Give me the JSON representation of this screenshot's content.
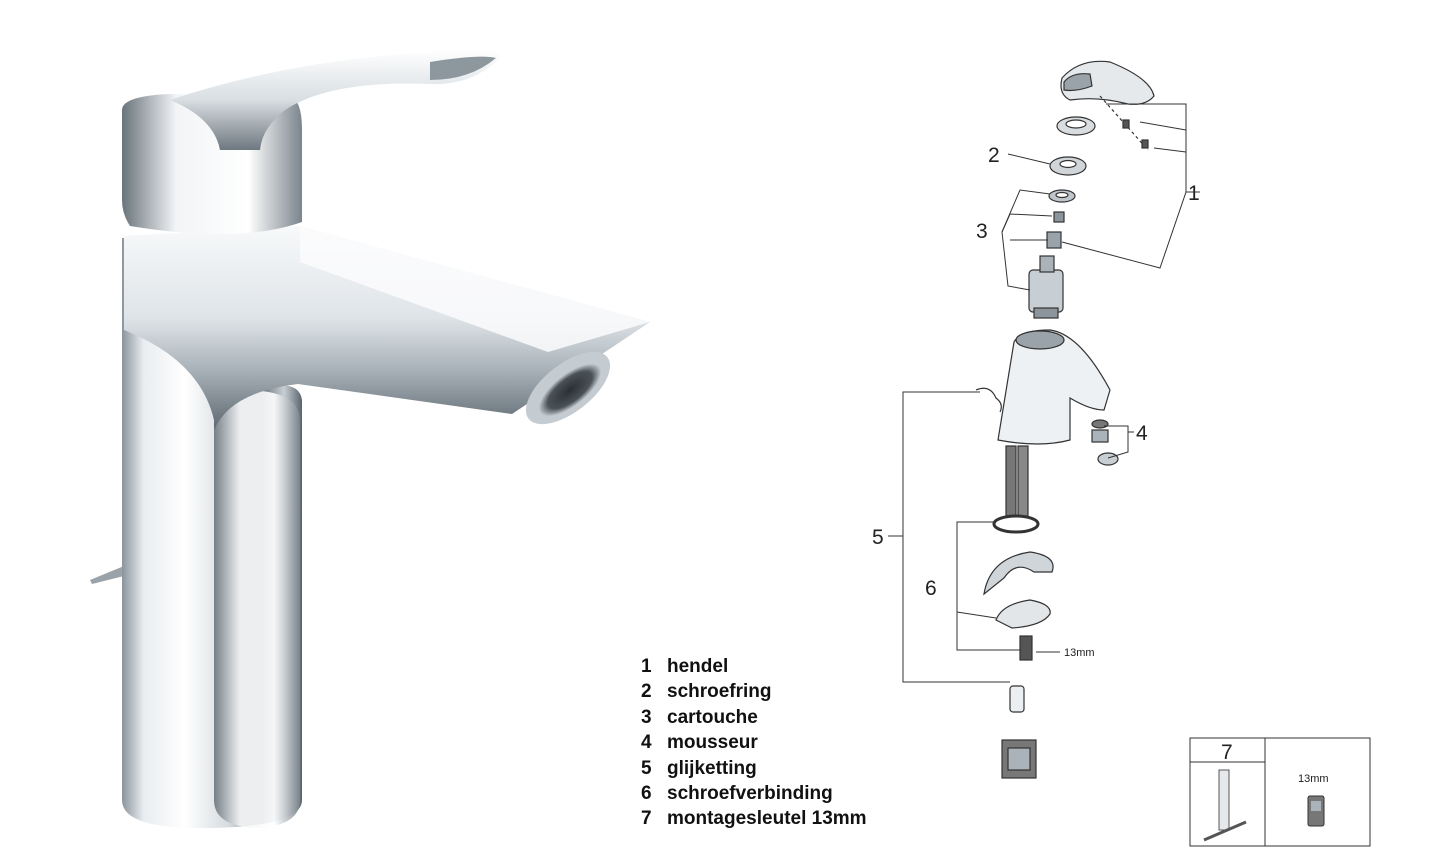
{
  "colors": {
    "chrome_dark": "#5e6870",
    "chrome_mid": "#c9d0d6",
    "chrome_light": "#f4f6f8",
    "line": "#333333",
    "text": "#111111"
  },
  "callouts": [
    "1",
    "2",
    "3",
    "4",
    "5",
    "6"
  ],
  "wrench_size_label": "13mm",
  "kit_box": {
    "number": "7",
    "size_label": "13mm"
  },
  "legend": [
    {
      "num": "1",
      "label": "hendel"
    },
    {
      "num": "2",
      "label": "schroefring"
    },
    {
      "num": "3",
      "label": "cartouche"
    },
    {
      "num": "4",
      "label": "mousseur"
    },
    {
      "num": "5",
      "label": "glijketting"
    },
    {
      "num": "6",
      "label": "schroefverbinding"
    },
    {
      "num": "7",
      "label": "montagesleutel 13mm"
    }
  ]
}
